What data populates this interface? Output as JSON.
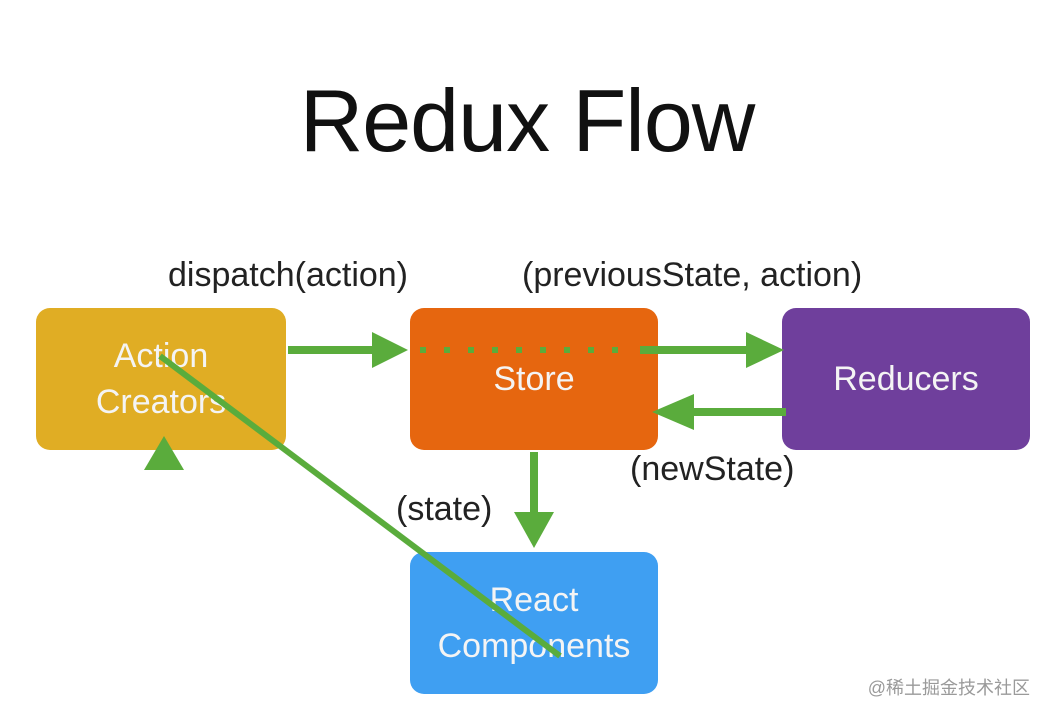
{
  "title": "Redux Flow",
  "nodes": {
    "action_creators": "Action\nCreators",
    "store": "Store",
    "reducers": "Reducers",
    "react_components": "React\nComponents"
  },
  "edge_labels": {
    "dispatch": "dispatch(action)",
    "previous_state": "(previousState, action)",
    "new_state": "(newState)",
    "state": "(state)"
  },
  "colors": {
    "action_creators": "#e0ad24",
    "store": "#e6660f",
    "reducers": "#6f3f9c",
    "react_components": "#3f9ff2",
    "arrow": "#5aac3c"
  },
  "watermark": "@稀土掘金技术社区"
}
